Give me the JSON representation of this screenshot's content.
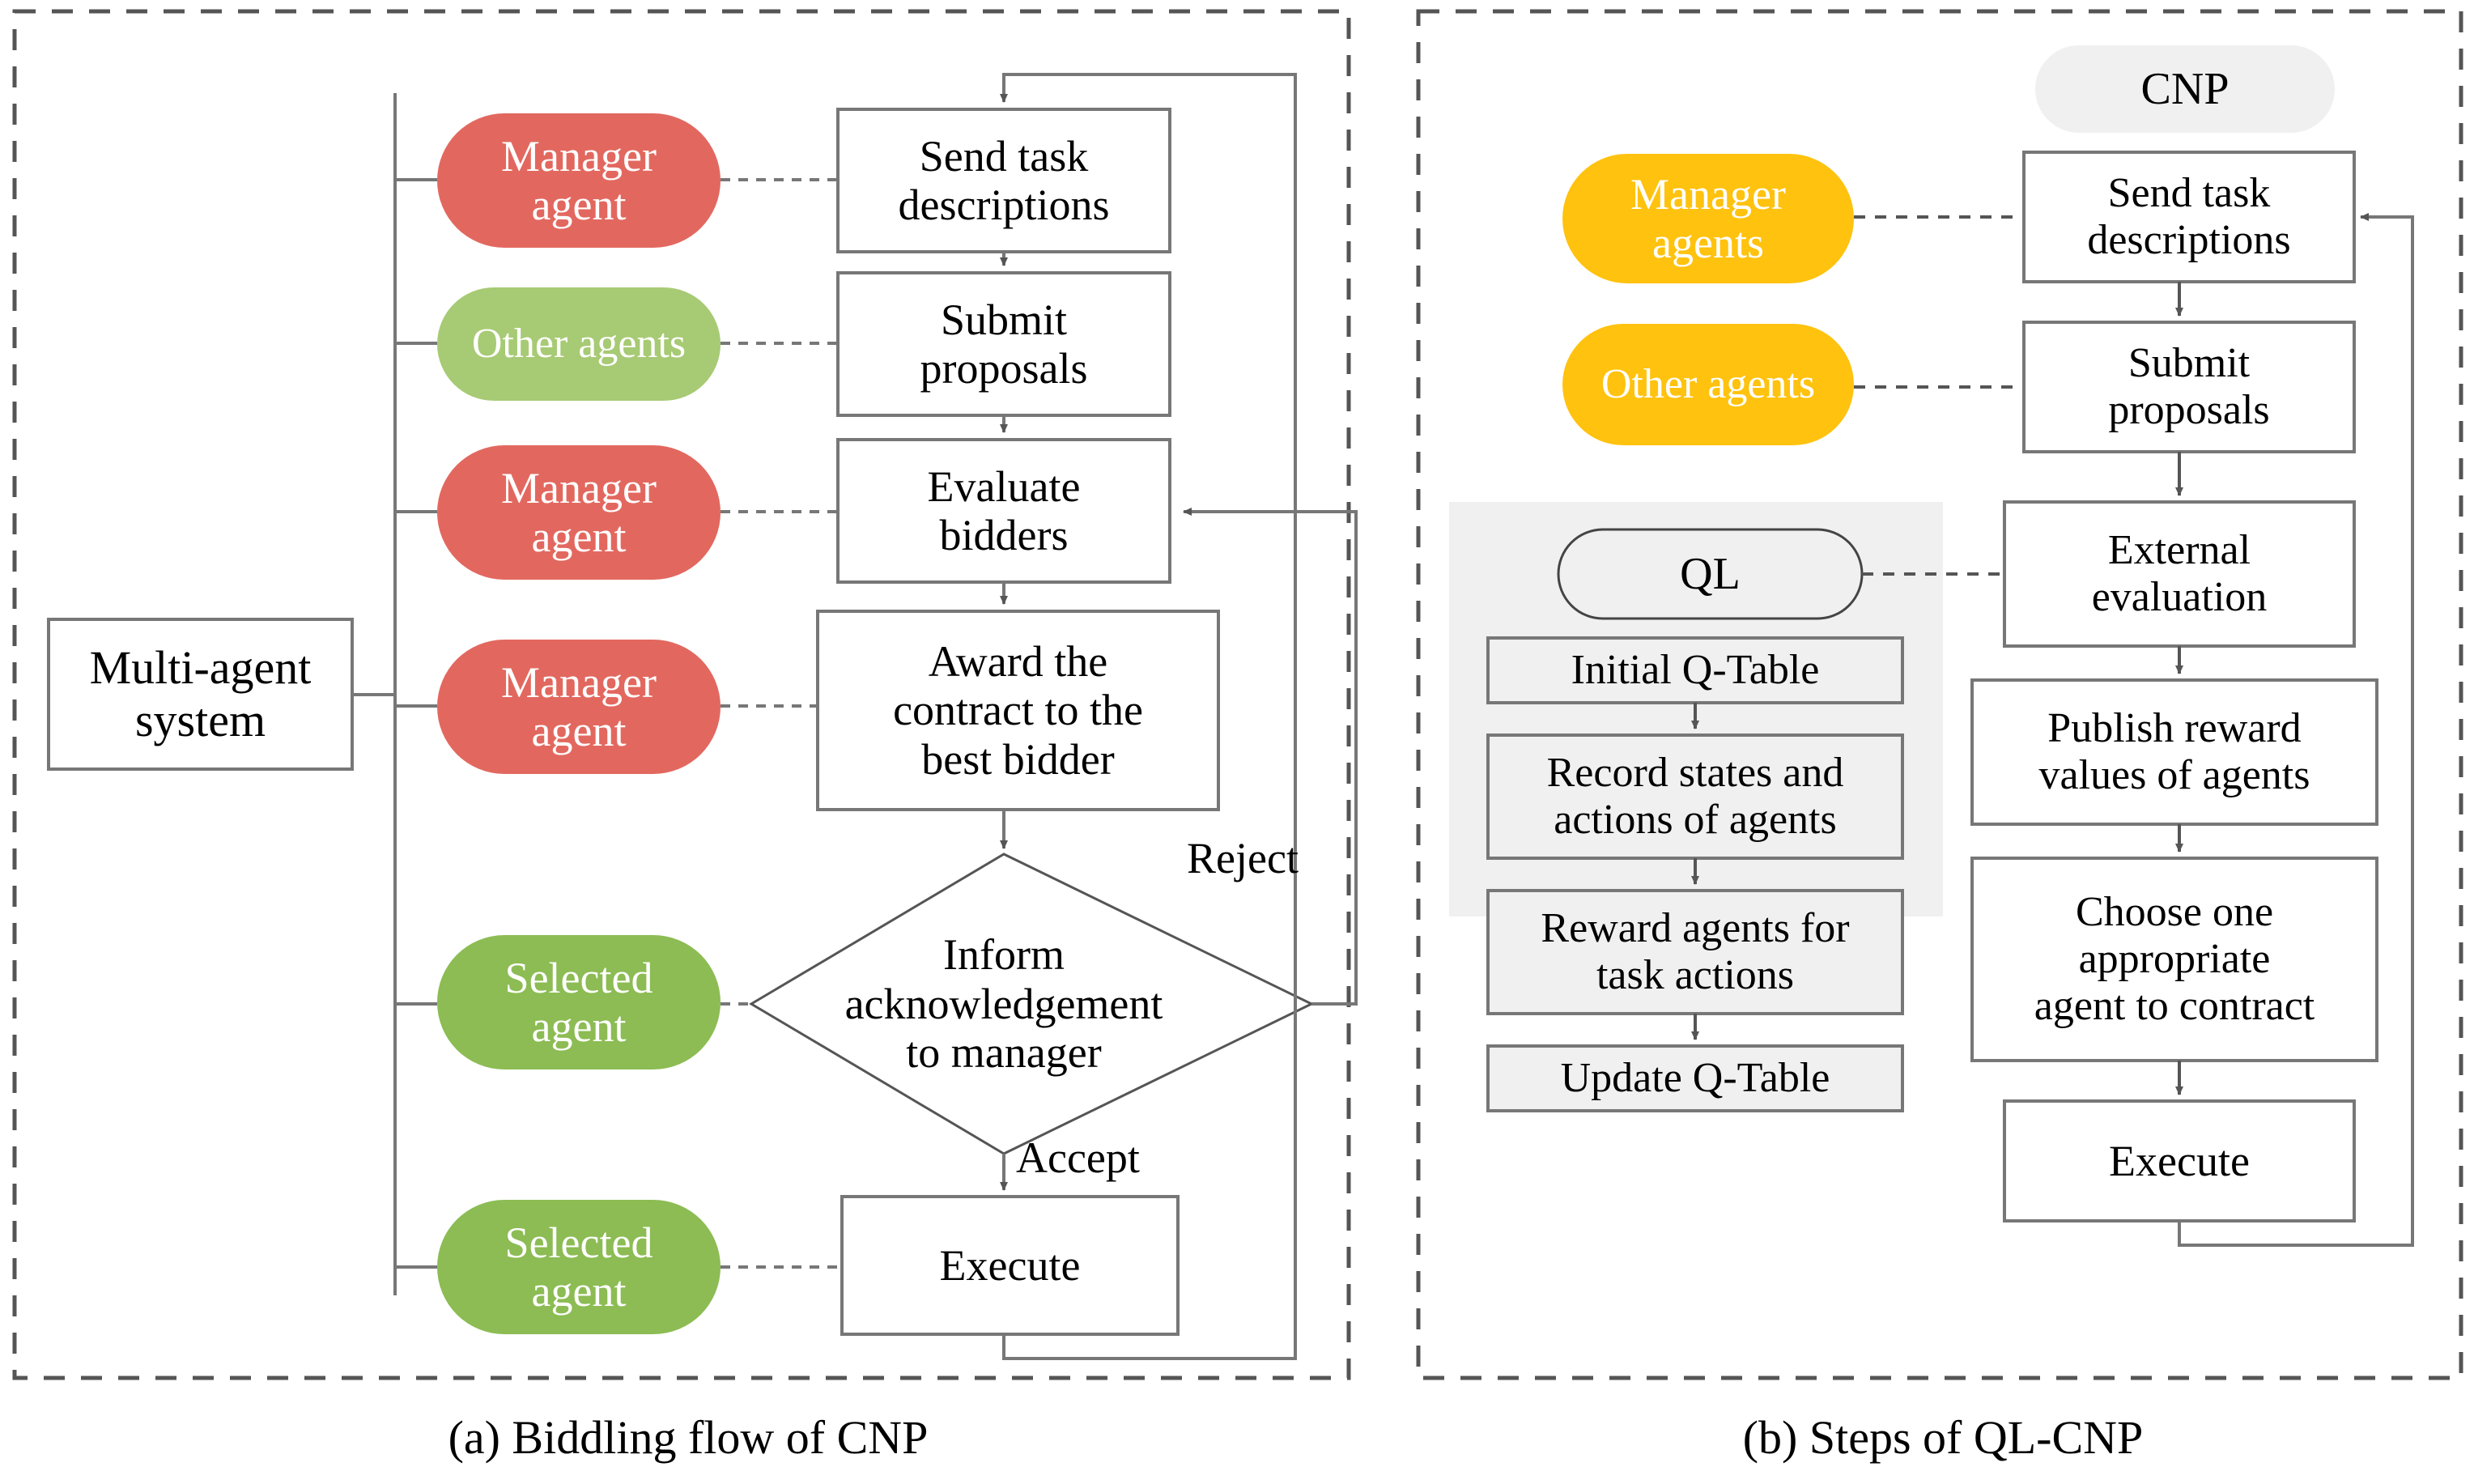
{
  "figure": {
    "panels": [
      {
        "id": "a",
        "caption": "(a) Biddling flow of CNP",
        "root": {
          "label": "Multi-agent\nsystem",
          "line1": "Multi-agent",
          "line2": "system"
        },
        "actors": [
          {
            "name": "manager-agent-1",
            "line1": "Manager",
            "line2": "agent",
            "color": "#e2685f"
          },
          {
            "name": "other-agents",
            "line1": "Other agents",
            "line2": "",
            "color": "#a7ca74"
          },
          {
            "name": "manager-agent-2",
            "line1": "Manager",
            "line2": "agent",
            "color": "#e2685f"
          },
          {
            "name": "manager-agent-3",
            "line1": "Manager",
            "line2": "agent",
            "color": "#e2685f"
          },
          {
            "name": "selected-agent-1",
            "line1": "Selected",
            "line2": "agent",
            "color": "#8cbc53"
          },
          {
            "name": "selected-agent-2",
            "line1": "Selected",
            "line2": "agent",
            "color": "#8cbc53"
          }
        ],
        "steps": [
          {
            "name": "send-task-descriptions",
            "line1": "Send task",
            "line2": "descriptions",
            "line3": ""
          },
          {
            "name": "submit-proposals",
            "line1": "Submit",
            "line2": "proposals",
            "line3": ""
          },
          {
            "name": "evaluate-bidders",
            "line1": "Evaluate",
            "line2": "bidders",
            "line3": ""
          },
          {
            "name": "award-contract",
            "line1": "Award the",
            "line2": "contract to the",
            "line3": "best bidder"
          }
        ],
        "decision": {
          "name": "inform-acknowledgement",
          "line1": "Inform",
          "line2": "acknowledgement",
          "line3": "to manager"
        },
        "branch_labels": {
          "reject": "Reject",
          "accept": "Accept"
        },
        "terminal": {
          "name": "execute",
          "label": "Execute"
        }
      },
      {
        "id": "b",
        "caption": "(b) Steps of QL-CNP",
        "badge_cnp": "CNP",
        "badge_ql": "QL",
        "actors": [
          {
            "name": "manager-agents",
            "line1": "Manager",
            "line2": "agents",
            "color": "#ffc20e"
          },
          {
            "name": "other-agents",
            "line1": "Other agents",
            "line2": "",
            "color": "#ffc20e"
          }
        ],
        "ql_steps": [
          {
            "name": "initial-q-table",
            "line1": "Initial Q-Table",
            "line2": ""
          },
          {
            "name": "record-states",
            "line1": "Record states and",
            "line2": "actions of agents"
          },
          {
            "name": "reward-agents",
            "line1": "Reward agents for",
            "line2": "task actions"
          },
          {
            "name": "update-q-table",
            "line1": "Update Q-Table",
            "line2": ""
          }
        ],
        "cnp_steps": [
          {
            "name": "send-task-descriptions",
            "line1": "Send task",
            "line2": "descriptions",
            "line3": ""
          },
          {
            "name": "submit-proposals",
            "line1": "Submit",
            "line2": "proposals",
            "line3": ""
          },
          {
            "name": "external-evaluation",
            "line1": "External",
            "line2": "evaluation",
            "line3": ""
          },
          {
            "name": "publish-reward-values",
            "line1": "Publish reward",
            "line2": "values of agents",
            "line3": ""
          },
          {
            "name": "choose-agent",
            "line1": "Choose one",
            "line2": "appropriate",
            "line3": "agent to contract"
          },
          {
            "name": "execute",
            "line1": "Execute",
            "line2": "",
            "line3": ""
          }
        ]
      }
    ],
    "colors": {
      "salmon": "#e2685f",
      "light_green": "#a7ca74",
      "green": "#8cbc53",
      "amber": "#ffc20e",
      "panel_grey": "#f0f0f0",
      "badge_grey": "#f0f0f0",
      "stroke": "#777777",
      "dash_border": "#555555"
    }
  }
}
